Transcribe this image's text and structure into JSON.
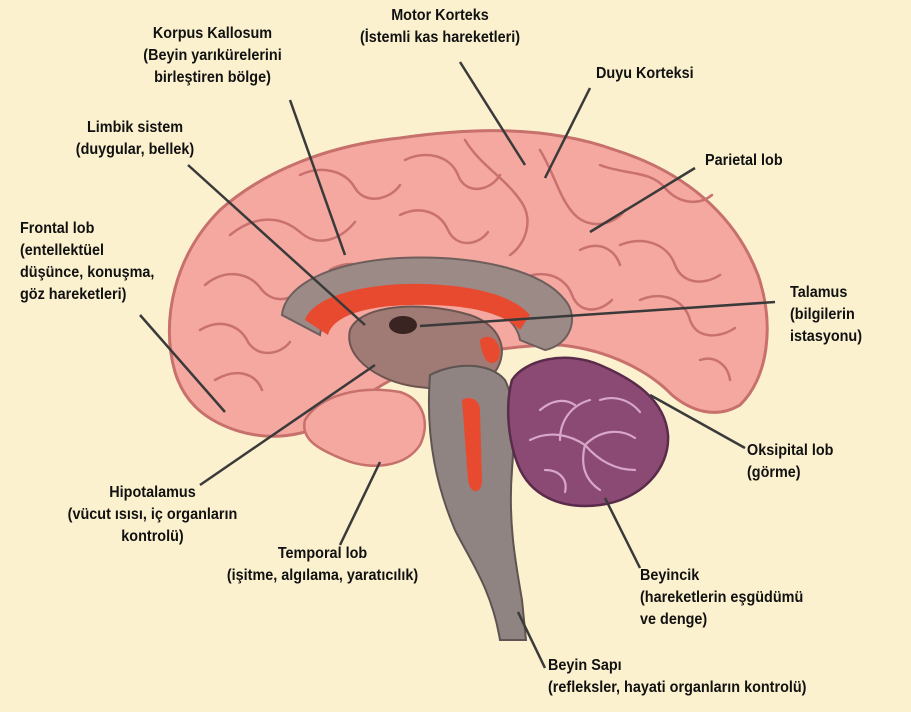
{
  "background_color": "#fbf1cf",
  "labels": {
    "corpus_callosum": {
      "title": "Korpus Kallosum",
      "l2": "(Beyin yarıkürelerini",
      "l3": "birleştiren bölge)"
    },
    "motor_cortex": {
      "title": "Motor Korteks",
      "l2": "(İstemli kas hareketleri)"
    },
    "sensory_cortex": {
      "title": "Duyu Korteksi"
    },
    "limbic_system": {
      "title": "Limbik sistem",
      "l2": "(duygular, bellek)"
    },
    "parietal_lobe": {
      "title": "Parietal lob"
    },
    "frontal_lobe": {
      "title": "Frontal lob",
      "l2": "(entellektüel",
      "l3": "düşünce, konuşma,",
      "l4": "göz hareketleri)"
    },
    "thalamus": {
      "title": "Talamus",
      "l2": "(bilgilerin",
      "l3": "istasyonu)"
    },
    "occipital_lobe": {
      "title": "Oksipital lob",
      "l2": "(görme)"
    },
    "hypothalamus": {
      "title": "Hipotalamus",
      "l2": "(vücut ısısı, iç organların",
      "l3": "kontrolü)"
    },
    "temporal_lobe": {
      "title": "Temporal lob",
      "l2": "(işitme, algılama, yaratıcılık)"
    },
    "cerebellum": {
      "title": "Beyincik",
      "l2": "(hareketlerin eşgüdümü",
      "l3": "ve denge)"
    },
    "brain_stem": {
      "title": "Beyin Sapı",
      "l2": "(refleksler, hayati organların kontrolü)"
    }
  }
}
